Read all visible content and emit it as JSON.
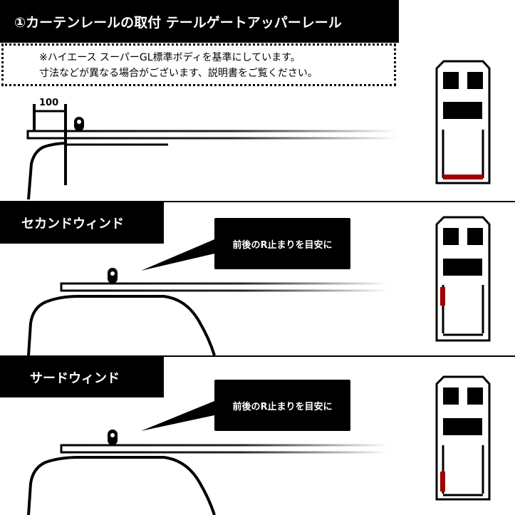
{
  "panels": [
    {
      "title": "①カーテンレールの取付 テールゲートアッパーレール",
      "note_lines": [
        "※ハイエース スーパーGL標準ボディを基準にしています。",
        "寸法などが異なる場合がございます、説明書をご覧ください。"
      ],
      "dimension": "100"
    },
    {
      "title": "セカンドウィンド",
      "callout": "前後のR止まりを目安に"
    },
    {
      "title": "サードウィンド",
      "callout": "前後のR止まりを目安に"
    }
  ],
  "colors": {
    "accent_red": "#a00000",
    "ink": "#000000",
    "paper": "#ffffff"
  },
  "icons": [
    "van-top-view-icon",
    "rail-stopper-icon"
  ]
}
